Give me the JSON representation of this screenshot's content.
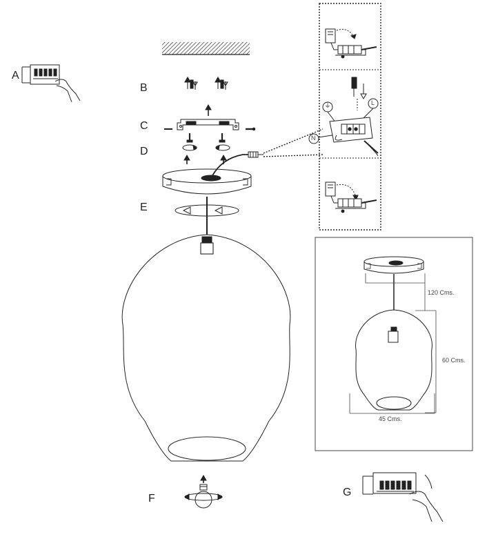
{
  "steps": {
    "a": "A",
    "b": "B",
    "c": "C",
    "d": "D",
    "e": "E",
    "f": "F",
    "g": "G"
  },
  "wiring": {
    "earth_symbol": "⏚",
    "live": "L",
    "neutral": "N"
  },
  "dimensions": {
    "cable_length": "120 Cms.",
    "shade_height": "60 Cms.",
    "shade_width": "45 Cms."
  },
  "colors": {
    "line": "#222222",
    "hatch": "#333333",
    "frame": "#444444"
  }
}
